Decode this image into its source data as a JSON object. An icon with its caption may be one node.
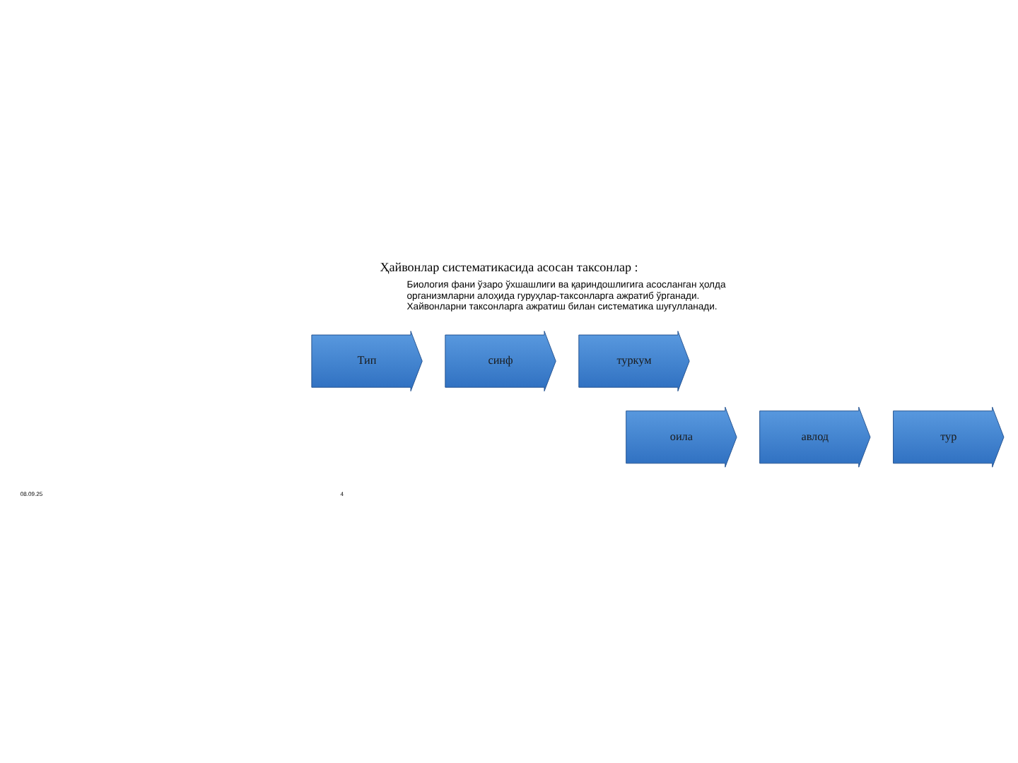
{
  "diagram": {
    "title": "Ҳайвонлар систематикасида асосан таксонлар :",
    "nodes": [
      {
        "text": [
          "Тип"
        ]
      },
      {
        "text": [
          "синф"
        ]
      },
      {
        "text": [
          "туркум"
        ]
      },
      {
        "text": [
          "оила"
        ]
      },
      {
        "text": [
          "авлод"
        ]
      },
      {
        "text": [
          "тур"
        ]
      }
    ],
    "labels": [
      "Биология фани ўзаро ўхшашлиги ва қариндошлигига асосланган ҳолда организмларни алоҳида гуруҳлар-таксонларга ажратиб ўрганади. Хайвонларни таксонларга ажратиш билан систематика шуғулланади.",
      "08.09.25",
      "4"
    ]
  }
}
